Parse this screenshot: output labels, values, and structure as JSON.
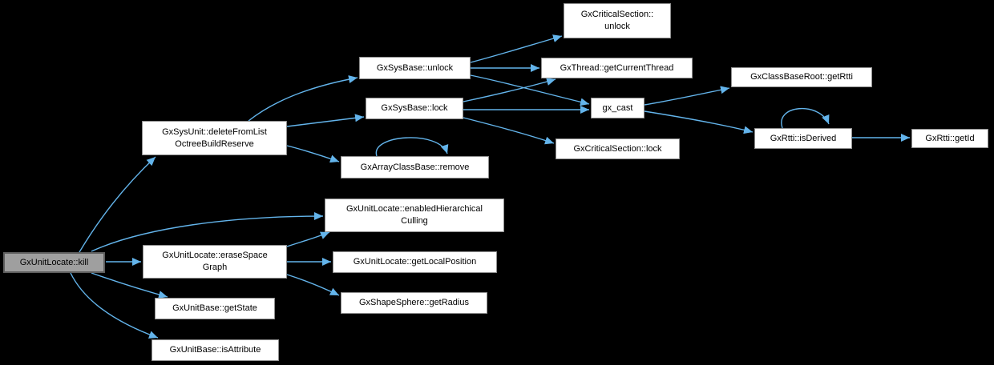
{
  "diagram": {
    "type": "call-graph",
    "colors": {
      "background": "#000000",
      "edge": "#63B4EB",
      "node_fill": "#FFFFFF",
      "node_border": "#8F8F8F",
      "current_node_fill": "#9F9F9F",
      "current_node_border": "#5F5F5F",
      "text": "#000000"
    },
    "nodes": [
      {
        "id": "kill",
        "label": "GxUnitLocate::kill",
        "current": true
      },
      {
        "id": "deleteFromList",
        "label": "GxSysUnit::deleteFromList\nOctreeBuildReserve",
        "current": false
      },
      {
        "id": "eraseSpaceGraph",
        "label": "GxUnitLocate::eraseSpace\nGraph",
        "current": false
      },
      {
        "id": "getState",
        "label": "GxUnitBase::getState",
        "current": false
      },
      {
        "id": "isAttribute",
        "label": "GxUnitBase::isAttribute",
        "current": false
      },
      {
        "id": "sysUnlock",
        "label": "GxSysBase::unlock",
        "current": false
      },
      {
        "id": "sysLock",
        "label": "GxSysBase::lock",
        "current": false
      },
      {
        "id": "remove",
        "label": "GxArrayClassBase::remove",
        "current": false
      },
      {
        "id": "enabledHC",
        "label": "GxUnitLocate::enabledHierarchical\nCulling",
        "current": false
      },
      {
        "id": "getLocalPosition",
        "label": "GxUnitLocate::getLocalPosition",
        "current": false
      },
      {
        "id": "getRadius",
        "label": "GxShapeSphere::getRadius",
        "current": false
      },
      {
        "id": "csUnlock",
        "label": "GxCriticalSection::\nunlock",
        "current": false
      },
      {
        "id": "getCurrentThread",
        "label": "GxThread::getCurrentThread",
        "current": false
      },
      {
        "id": "gxCast",
        "label": "gx_cast",
        "current": false
      },
      {
        "id": "csLock",
        "label": "GxCriticalSection::lock",
        "current": false
      },
      {
        "id": "getRtti",
        "label": "GxClassBaseRoot::getRtti",
        "current": false
      },
      {
        "id": "isDerived",
        "label": "GxRtti::isDerived",
        "current": false
      },
      {
        "id": "getId",
        "label": "GxRtti::getId",
        "current": false
      }
    ],
    "edges": [
      {
        "from": "kill",
        "to": "deleteFromList"
      },
      {
        "from": "kill",
        "to": "enabledHC"
      },
      {
        "from": "kill",
        "to": "eraseSpaceGraph"
      },
      {
        "from": "kill",
        "to": "getState"
      },
      {
        "from": "kill",
        "to": "isAttribute"
      },
      {
        "from": "deleteFromList",
        "to": "sysUnlock"
      },
      {
        "from": "deleteFromList",
        "to": "sysLock"
      },
      {
        "from": "deleteFromList",
        "to": "remove"
      },
      {
        "from": "eraseSpaceGraph",
        "to": "enabledHC"
      },
      {
        "from": "eraseSpaceGraph",
        "to": "getLocalPosition"
      },
      {
        "from": "eraseSpaceGraph",
        "to": "getRadius"
      },
      {
        "from": "sysUnlock",
        "to": "csUnlock"
      },
      {
        "from": "sysUnlock",
        "to": "getCurrentThread"
      },
      {
        "from": "sysUnlock",
        "to": "gxCast"
      },
      {
        "from": "sysLock",
        "to": "getCurrentThread"
      },
      {
        "from": "sysLock",
        "to": "gxCast"
      },
      {
        "from": "sysLock",
        "to": "csLock"
      },
      {
        "from": "gxCast",
        "to": "getRtti"
      },
      {
        "from": "gxCast",
        "to": "isDerived"
      },
      {
        "from": "remove",
        "to": "remove"
      },
      {
        "from": "isDerived",
        "to": "isDerived"
      },
      {
        "from": "isDerived",
        "to": "getId"
      }
    ]
  }
}
